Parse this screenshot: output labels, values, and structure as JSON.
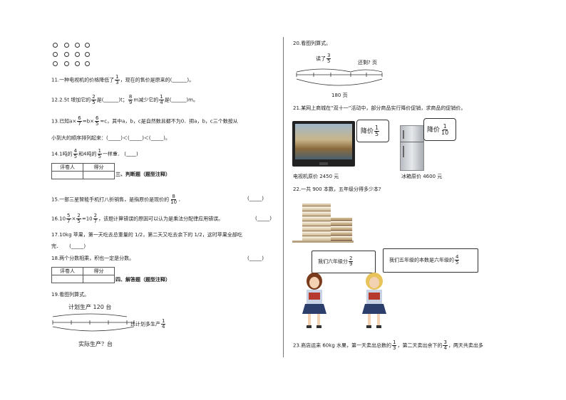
{
  "q11": {
    "text_before": "11.一种电视机的价格降低了",
    "frac": [
      "1",
      "3"
    ],
    "text_after": "，现在的售价是原来的",
    "blank": "(______)",
    "end": "。"
  },
  "q12": {
    "p1": "12.2.5t 增加它的",
    "f1": [
      "2",
      "5"
    ],
    "p2": "是",
    "b1": "(______)",
    "p3": "t；",
    "f2": [
      "8",
      "9"
    ],
    "p4": "m减少它的",
    "f3": [
      "1",
      "4"
    ],
    "p5": "是",
    "b2": "(______)",
    "p6": "m。"
  },
  "q13": {
    "p1": "13.已知a×",
    "f1": [
      "6",
      "7"
    ],
    "p2": "=b×",
    "f2": [
      "6",
      "5"
    ],
    "p3": "=c，其中a，b，c是自然数且都不为0．把a，b，c三个数按从",
    "line2": "小到大的顺序排列起来：(_____)＜(_____)＜(_____)。"
  },
  "q14": {
    "p1": "14.1吨的",
    "f1": [
      "4",
      "5"
    ],
    "p2": "和4吨的",
    "f2": [
      "1",
      "5"
    ],
    "p3": "一样重．",
    "blank": "(____)"
  },
  "score_table": {
    "col1": "评卷人",
    "col2": "得分"
  },
  "section3": "三、判断题（题型注释）",
  "q15": {
    "text": "15.一部三星智能手机打八折销售，是指原价是现价的",
    "frac": [
      "8",
      "10"
    ],
    "end": "．",
    "blank": "(_____)"
  },
  "q16": {
    "p1": "16.10",
    "f1": [
      "5",
      "7"
    ],
    "p2": "×",
    "f2": [
      "2",
      "5"
    ],
    "p3": "=10",
    "f3": [
      "2",
      "7"
    ],
    "p4": "，该题计算错误的原因可以认为是乘法分配律应用错误。",
    "blank": "(_____)"
  },
  "q17": {
    "line1": "17.10kg 苹果，第一天吃去总重量的 1/2，第二天又吃去余下的 1/2，这时苹果全部吃",
    "line2": "完．",
    "blank": "(_____)"
  },
  "q18": {
    "text": "18.两个分数相乘，积也一定是分数。",
    "blank": "(_____)"
  },
  "section4": "四、解答题（题型注释）",
  "q19": {
    "title": "19.看图列算式。",
    "plan": "计划生产 120 台",
    "more_text": "比计划多生产",
    "more_frac": [
      "1",
      "4"
    ],
    "actual": "实际生产？台"
  },
  "q20": {
    "title": "20.看图列算式。",
    "read_text": "读了",
    "read_frac": [
      "3",
      "5"
    ],
    "remain": "还剩? 页",
    "total": "180 页"
  },
  "q21": {
    "text": "21.某网上商城在“双十一”活动中，部分商品实行降价促销，求商品的促销价。",
    "tv_label": "降价",
    "tv_frac": [
      "1",
      "5"
    ],
    "tv_price": "电视机原价 2450 元",
    "fridge_label": "降价",
    "fridge_frac": [
      "1",
      "10"
    ],
    "fridge_price": "冰箱原价 4600 元"
  },
  "q22": {
    "text": "22.一共 900 本数，五年级分得多少本?",
    "bubble1": "我们六年级分",
    "bubble1_frac": [
      "2",
      "9"
    ],
    "bubble2": "我们五年级的本数是六年级的",
    "bubble2_frac": [
      "4",
      "5"
    ]
  },
  "q23": {
    "p1": "23.商店运来 60kg 水果，第一天卖出总数的",
    "f1": [
      "1",
      "3"
    ],
    "p2": "，第二天卖出余下的",
    "f2": [
      "3",
      "4"
    ],
    "p3": "，两天共卖出多"
  }
}
